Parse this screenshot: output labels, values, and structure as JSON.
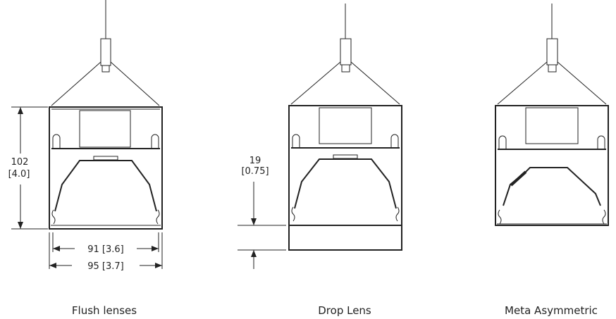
{
  "captions": {
    "flush": "Flush lenses",
    "drop": "Drop Lens",
    "meta": "Meta Asymmetric"
  },
  "dimensions": {
    "height_mm": "102",
    "height_in": "[4.0]",
    "inner_width": "91 [3.6]",
    "outer_width": "95 [3.7]",
    "drop_mm": "19",
    "drop_in": "[0.75]"
  }
}
